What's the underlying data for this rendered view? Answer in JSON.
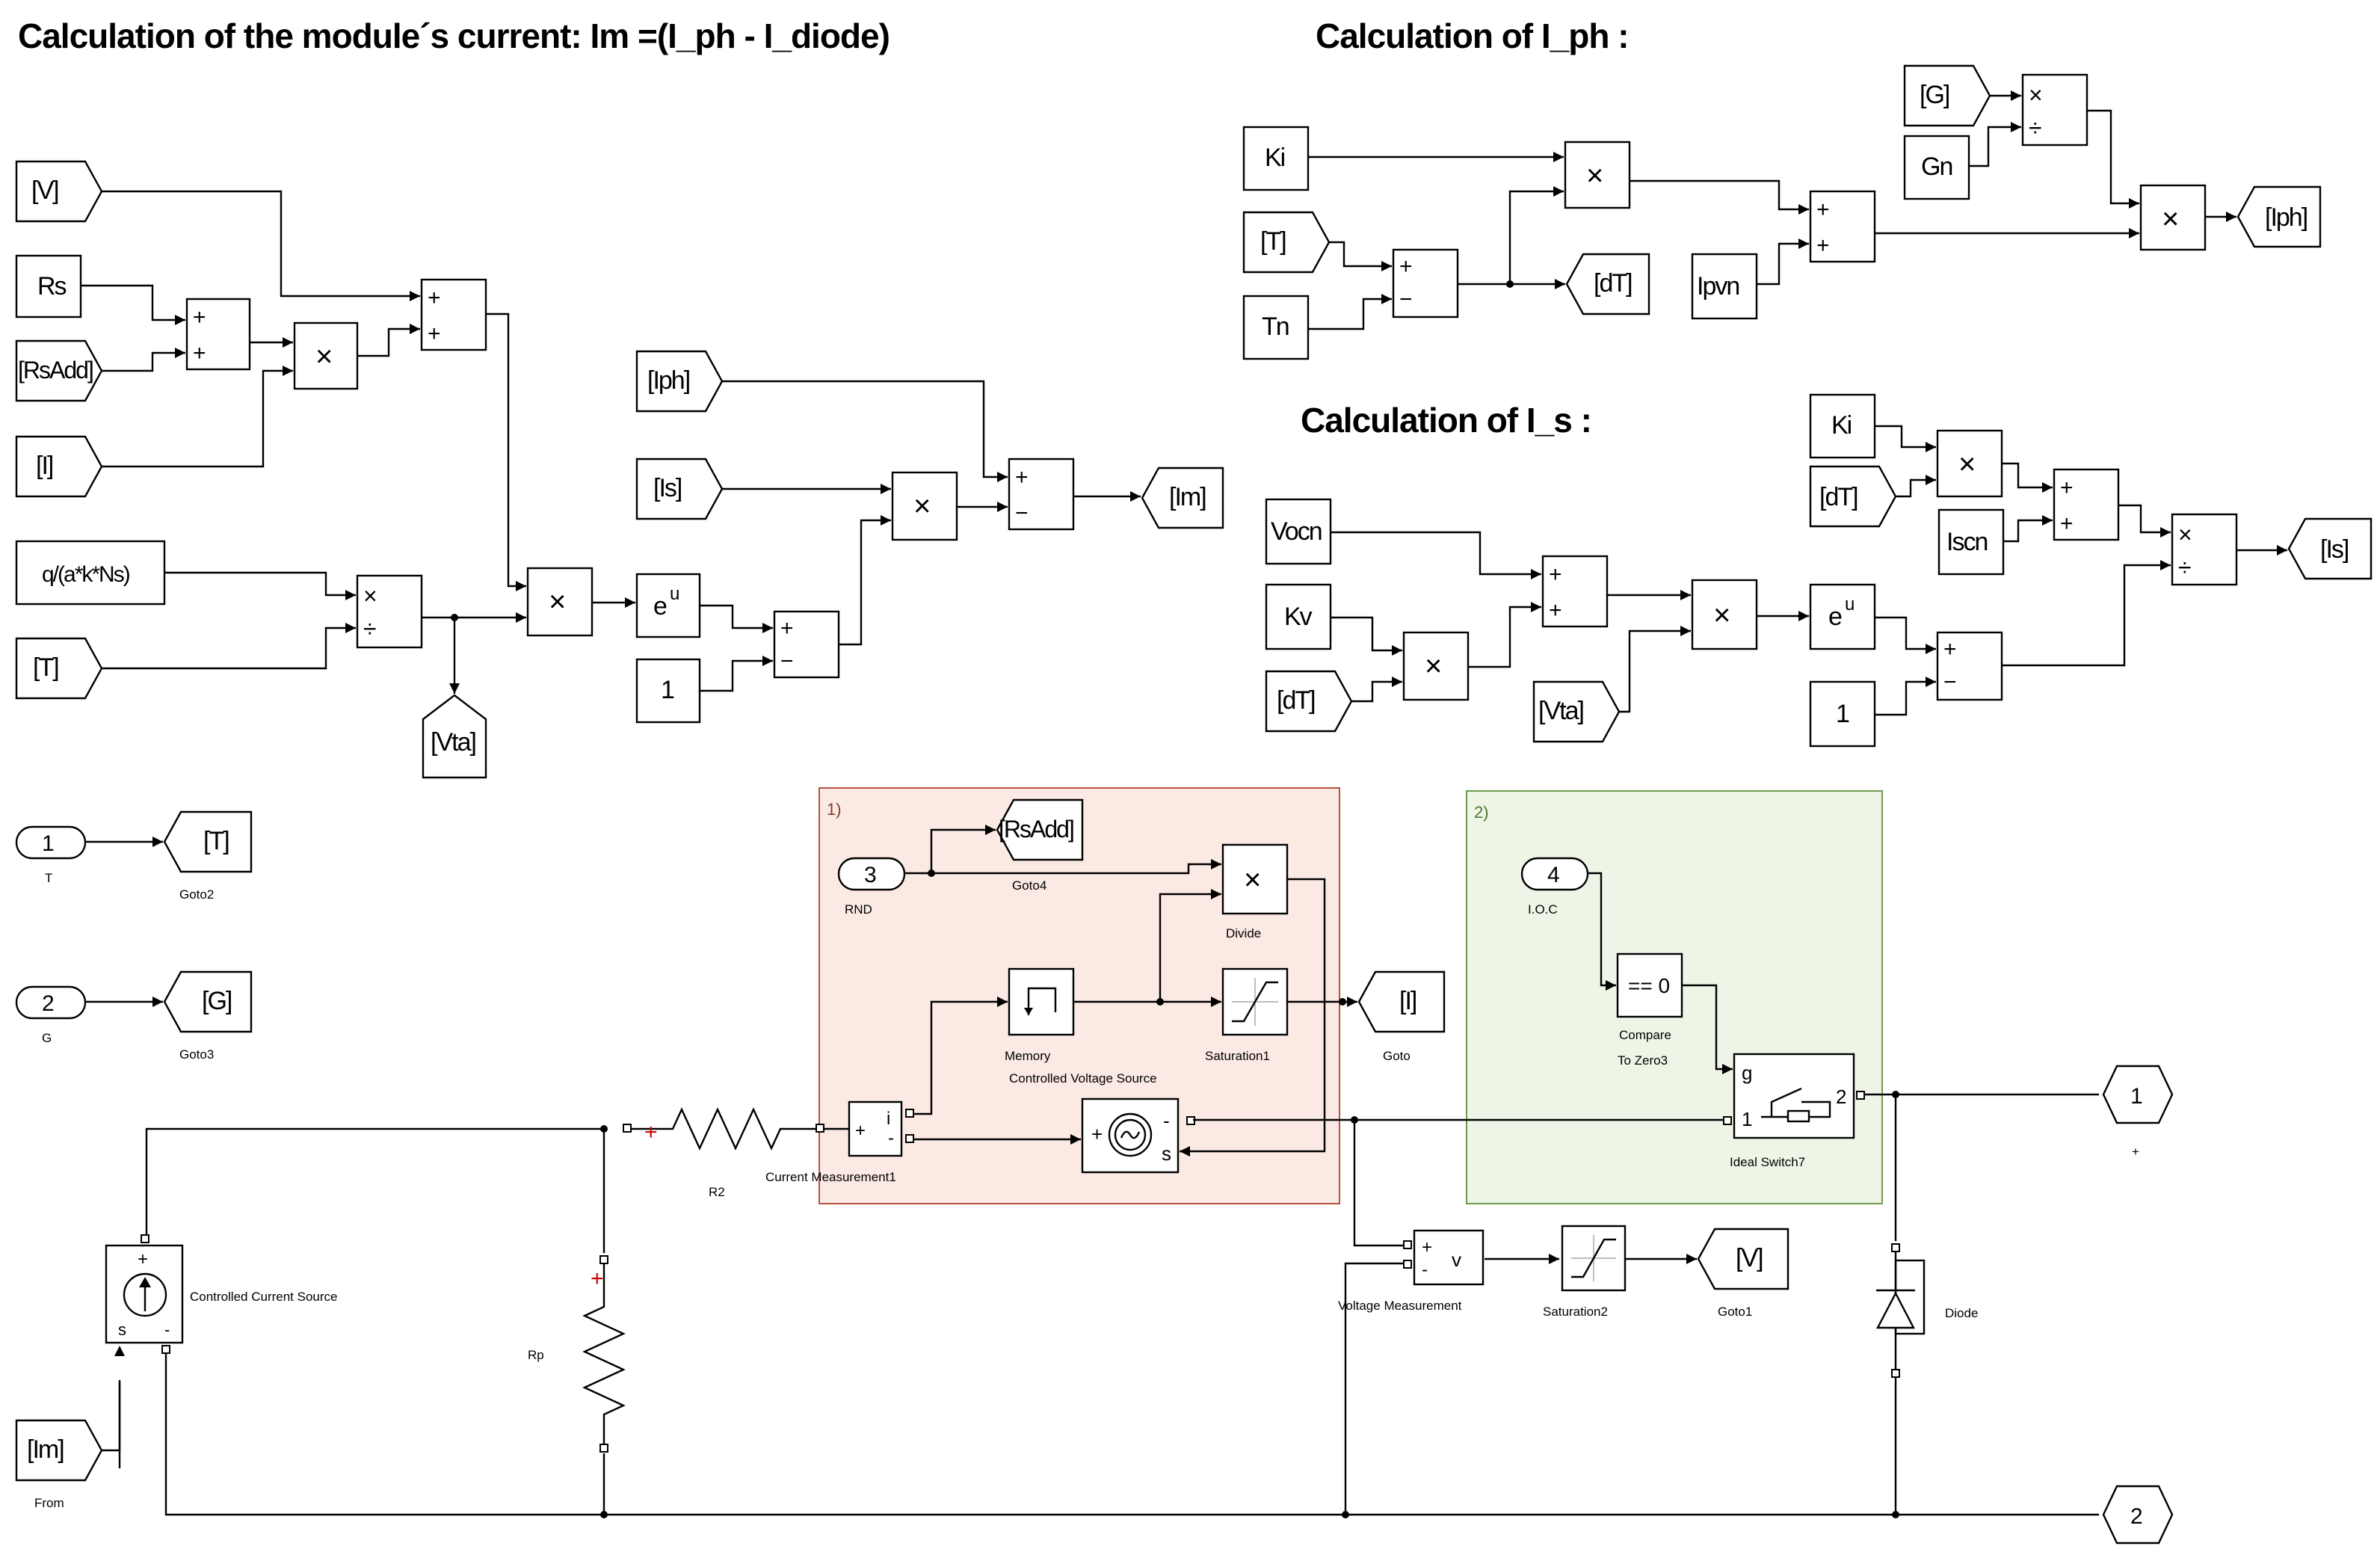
{
  "titles": {
    "module_current": "Calculation of the  module´s current:  Im =(I_ph - I_diode)",
    "iph": "Calculation of I_ph :",
    "is": "Calculation of I_s :"
  },
  "im_section": {
    "from_v": "[V]",
    "const_rs": "Rs",
    "from_rsadd": "[RsAdd]",
    "from_i": "[I]",
    "const_q": "q/(a*k*Ns)",
    "from_t": "[T]",
    "goto_vta": "[Vta]",
    "from_iph": "[Iph]",
    "from_is": "[Is]",
    "goto_im": "[Im]",
    "exp_label": "e",
    "exp_sup": "u",
    "const_1": "1"
  },
  "iph_section": {
    "const_ki": "Ki",
    "from_t": "[T]",
    "const_tn": "Tn",
    "goto_dt": "[dT]",
    "const_ipvn": "Ipvn",
    "from_g": "[G]",
    "const_gn": "Gn",
    "goto_iph": "[Iph]"
  },
  "is_section": {
    "const_ki": "Ki",
    "from_dt": "[dT]",
    "const_iscn": "Iscn",
    "const_vocn": "Vocn",
    "const_kv": "Kv",
    "from_dt2": "[dT]",
    "from_vta": "[Vta]",
    "goto_is": "[Is]",
    "exp_label": "e",
    "exp_sup": "u",
    "const_1": "1"
  },
  "inports": {
    "p1": {
      "num": "1",
      "name": "T",
      "goto": "[T]",
      "goto_name": "Goto2"
    },
    "p2": {
      "num": "2",
      "name": "G",
      "goto": "[G]",
      "goto_name": "Goto3"
    },
    "p3": {
      "num": "3",
      "name": "RND"
    },
    "p4": {
      "num": "4",
      "name": "I.O.C"
    }
  },
  "area1": {
    "label": "1)",
    "goto4_tag": "[RsAdd]",
    "goto4_name": "Goto4",
    "divide": "Divide",
    "memory": "Memory",
    "cvs_caption": "Controlled Voltage Source",
    "saturation1": "Saturation1",
    "goto_tag": "[I]",
    "goto_name": "Goto",
    "current_meas": "Current Measurement1"
  },
  "area2": {
    "label": "2)",
    "compare_text": "== 0",
    "compare_name_1": "Compare",
    "compare_name_2": "To Zero3",
    "switch_name": "Ideal Switch7"
  },
  "circuit": {
    "r2": "R2",
    "rp": "Rp",
    "ccs": "Controlled Current Source",
    "from_im": "[Im]",
    "from_name": "From",
    "voltage_meas": "Voltage Measurement",
    "saturation2": "Saturation2",
    "goto1_tag": "[V]",
    "goto1_name": "Goto1",
    "diode": "Diode",
    "out1": "1",
    "out1_sign": "+",
    "out2": "2"
  },
  "colors": {
    "area1_fill": "#fbe9e3",
    "area1_border": "#b5533c",
    "area2_fill": "#eef5e6",
    "area2_border": "#6e9a4e",
    "plus_red": "#cc0000"
  }
}
